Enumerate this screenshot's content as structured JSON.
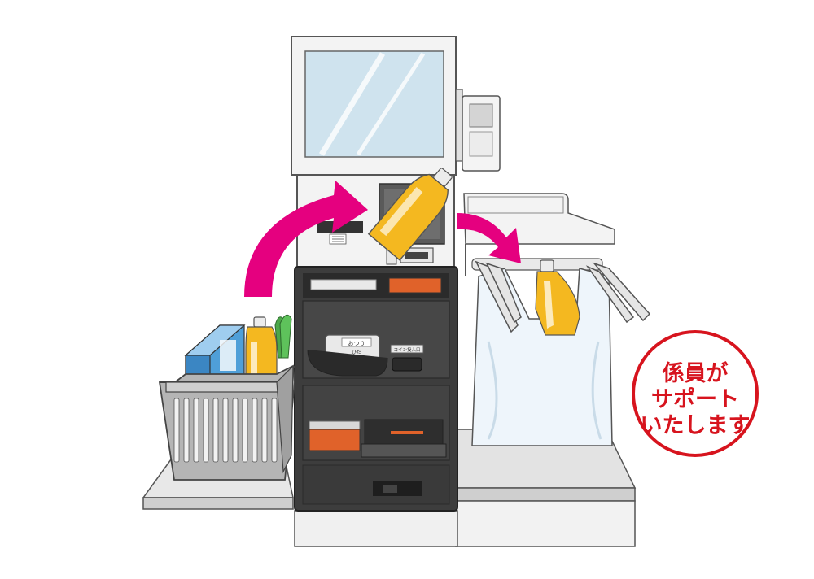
{
  "badge": {
    "lines": [
      "係員が",
      "サポート",
      "いたします"
    ],
    "color": "#d7141e"
  },
  "labels": {
    "change_slot": "おつり",
    "change_sub": "ひだ",
    "coin_slot": "コイン投入口"
  },
  "colors": {
    "arrow": "#e5007f",
    "machine_dark": "#3a3a3a",
    "accent_orange": "#e0622a",
    "screen_glass": "#cfe3ee",
    "basket": "#a8a8a8",
    "box": "#4f9fd8",
    "bottle": "#f4b820",
    "counter": "#d9d9d9"
  },
  "icons": [
    "arrow-left-icon",
    "arrow-right-icon"
  ]
}
